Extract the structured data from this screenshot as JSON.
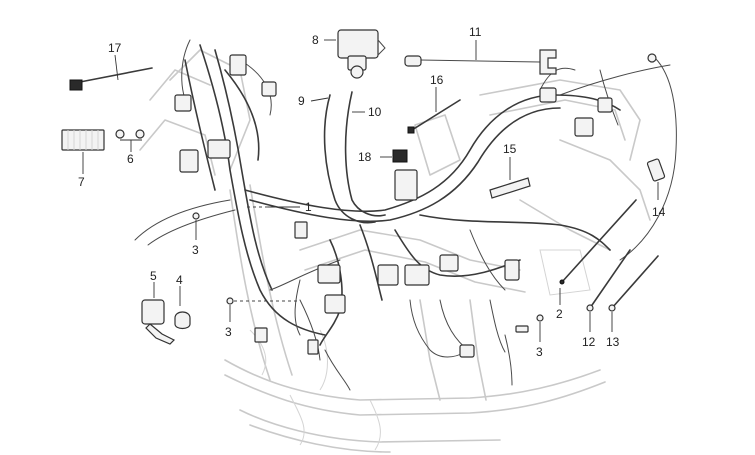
{
  "callouts": [
    {
      "id": "c1",
      "text": "1"
    },
    {
      "id": "c2",
      "text": "2"
    },
    {
      "id": "c3a",
      "text": "3"
    },
    {
      "id": "c3b",
      "text": "3"
    },
    {
      "id": "c3c",
      "text": "3"
    },
    {
      "id": "c4",
      "text": "4"
    },
    {
      "id": "c5",
      "text": "5"
    },
    {
      "id": "c6",
      "text": "6"
    },
    {
      "id": "c7",
      "text": "7"
    },
    {
      "id": "c8",
      "text": "8"
    },
    {
      "id": "c9",
      "text": "9"
    },
    {
      "id": "c10",
      "text": "10"
    },
    {
      "id": "c11",
      "text": "11"
    },
    {
      "id": "c12",
      "text": "12"
    },
    {
      "id": "c13",
      "text": "13"
    },
    {
      "id": "c14",
      "text": "14"
    },
    {
      "id": "c15",
      "text": "15"
    },
    {
      "id": "c16",
      "text": "16"
    },
    {
      "id": "c17",
      "text": "17"
    },
    {
      "id": "c18",
      "text": "18"
    }
  ],
  "colors": {
    "frame": "#c9c9c9",
    "wire": "#3a3a3a",
    "label": "#222222"
  }
}
